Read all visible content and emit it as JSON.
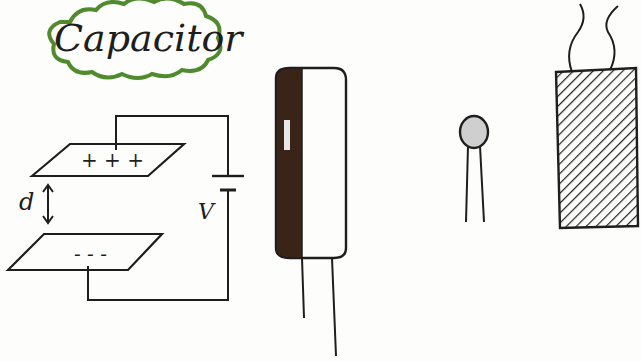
{
  "diagram": {
    "title": "Capacitor",
    "labels": [
      "+ + +",
      "- - -",
      "d",
      "V"
    ]
  }
}
